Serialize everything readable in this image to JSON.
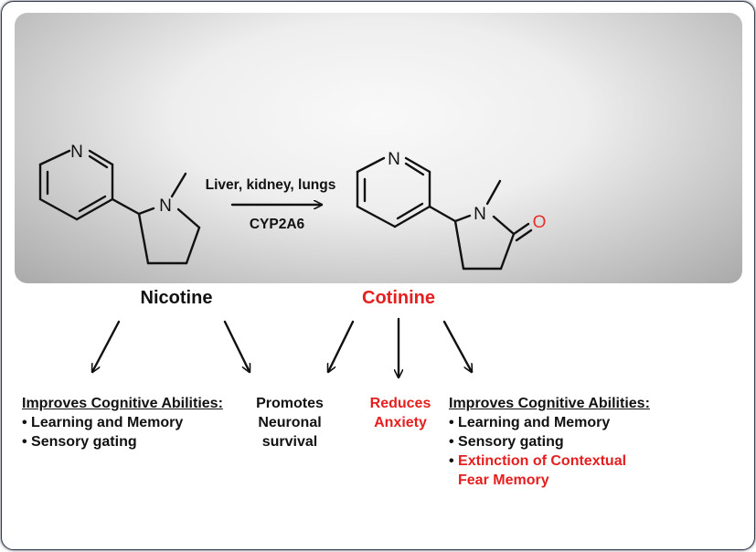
{
  "reaction": {
    "reactant_name": "Nicotine",
    "product_name": "Cotinine",
    "conditions_top": "Liver, kidney, lungs",
    "conditions_bottom": "CYP2A6"
  },
  "atoms": {
    "nitrogen": "N",
    "oxygen": "O"
  },
  "colors": {
    "accent_red": "#e51e1e",
    "text": "#111111",
    "panel_center": "#f9f9f9",
    "panel_edge": "#a9a9a9"
  },
  "effects": {
    "nicotine_cognitive": {
      "heading": "Improves Cognitive Abilities",
      "heading_suffix": ":",
      "items": [
        "Learning and Memory",
        "Sensory gating"
      ]
    },
    "neuronal_survival": {
      "line1": "Promotes",
      "line2": "Neuronal",
      "line3": "survival"
    },
    "anxiety": {
      "line1": "Reduces",
      "line2": "Anxiety"
    },
    "cotinine_cognitive": {
      "heading": "Improves Cognitive Abilities",
      "heading_suffix": ":",
      "items": [
        "Learning and Memory",
        "Sensory gating",
        "Extinction of Contextual Fear Memory"
      ]
    }
  }
}
